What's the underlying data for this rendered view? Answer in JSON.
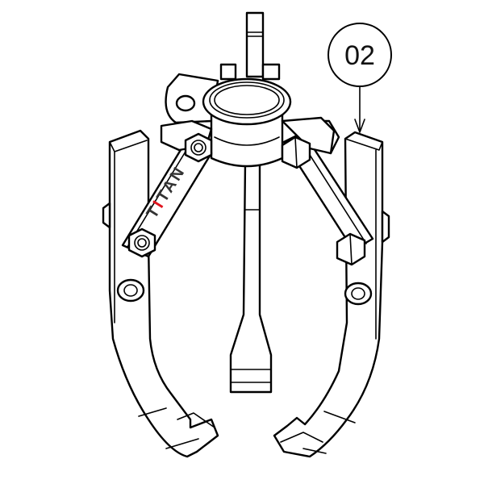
{
  "diagram": {
    "subject": "three-jaw gear puller",
    "callout": {
      "label": "02",
      "target": "right jaw (arm)"
    },
    "logo": {
      "text": "TITAN",
      "color_main": "#333333",
      "color_accent": "#e0141e"
    },
    "colors": {
      "line": "#000000",
      "background": "#ffffff"
    }
  }
}
